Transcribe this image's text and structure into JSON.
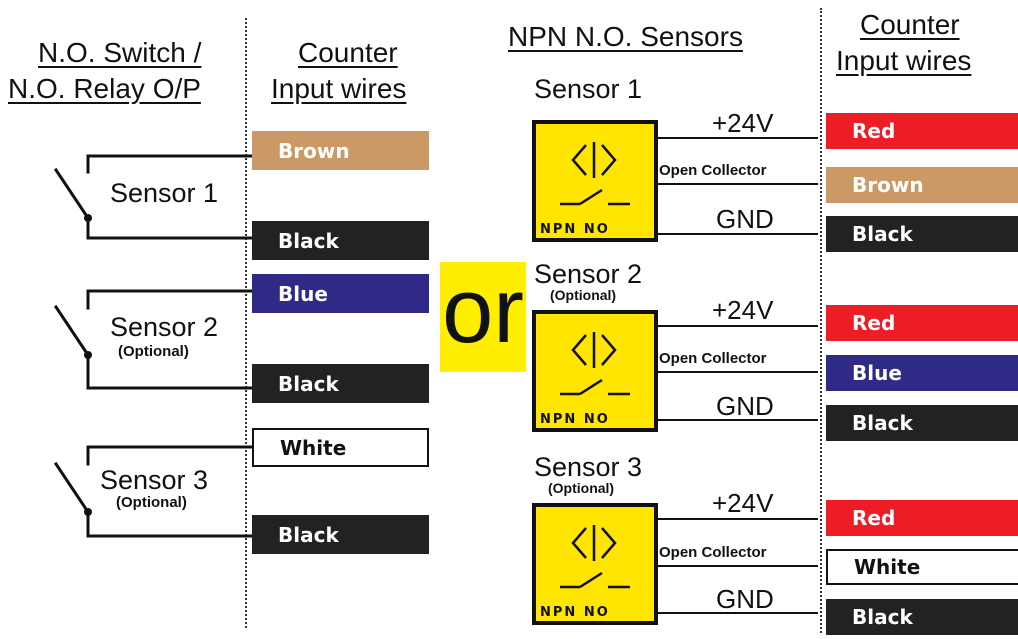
{
  "left": {
    "switch_heading_1": "N.O. Switch /",
    "switch_heading_2": "N.O. Relay O/P",
    "wires_heading_1": "Counter",
    "wires_heading_2": "Input wires",
    "sensors": [
      {
        "label": "Sensor 1",
        "sub": ""
      },
      {
        "label": "Sensor 2",
        "sub": "(Optional)"
      },
      {
        "label": "Sensor 3",
        "sub": "(Optional)"
      }
    ],
    "wires": [
      {
        "label": "Brown",
        "bg": "#cc9966",
        "fg": "#ffffff"
      },
      {
        "label": "Black",
        "bg": "#222222",
        "fg": "#ffffff"
      },
      {
        "label": "Blue",
        "bg": "#2e2a86",
        "fg": "#ffffff"
      },
      {
        "label": "Black",
        "bg": "#222222",
        "fg": "#ffffff"
      },
      {
        "label": "White",
        "bg": "#ffffff",
        "fg": "#111111"
      },
      {
        "label": "Black",
        "bg": "#222222",
        "fg": "#ffffff"
      }
    ]
  },
  "middle": {
    "or_text": "or",
    "or_color": "#ffee00"
  },
  "right": {
    "sensors_heading": "NPN N.O. Sensors",
    "wires_heading_1": "Counter",
    "wires_heading_2": "Input wires",
    "sensors": [
      {
        "label": "Sensor 1",
        "sub": ""
      },
      {
        "label": "Sensor 2",
        "sub": "(Optional)"
      },
      {
        "label": "Sensor 3",
        "sub": "(Optional)"
      }
    ],
    "terminal_labels": {
      "plus": "+24V",
      "collector": "Open Collector",
      "gnd": "GND"
    },
    "npn_label": "NPN  NO",
    "sensor_color": "#ffe500",
    "wires": [
      {
        "label": "Red",
        "bg": "#ee1c24",
        "fg": "#ffffff"
      },
      {
        "label": "Brown",
        "bg": "#cc9966",
        "fg": "#ffffff"
      },
      {
        "label": "Black",
        "bg": "#222222",
        "fg": "#ffffff"
      },
      {
        "label": "Red",
        "bg": "#ee1c24",
        "fg": "#ffffff"
      },
      {
        "label": "Blue",
        "bg": "#2e2a86",
        "fg": "#ffffff"
      },
      {
        "label": "Black",
        "bg": "#222222",
        "fg": "#ffffff"
      },
      {
        "label": "Red",
        "bg": "#ee1c24",
        "fg": "#ffffff"
      },
      {
        "label": "White",
        "bg": "#ffffff",
        "fg": "#111111"
      },
      {
        "label": "Black",
        "bg": "#222222",
        "fg": "#ffffff"
      }
    ]
  }
}
